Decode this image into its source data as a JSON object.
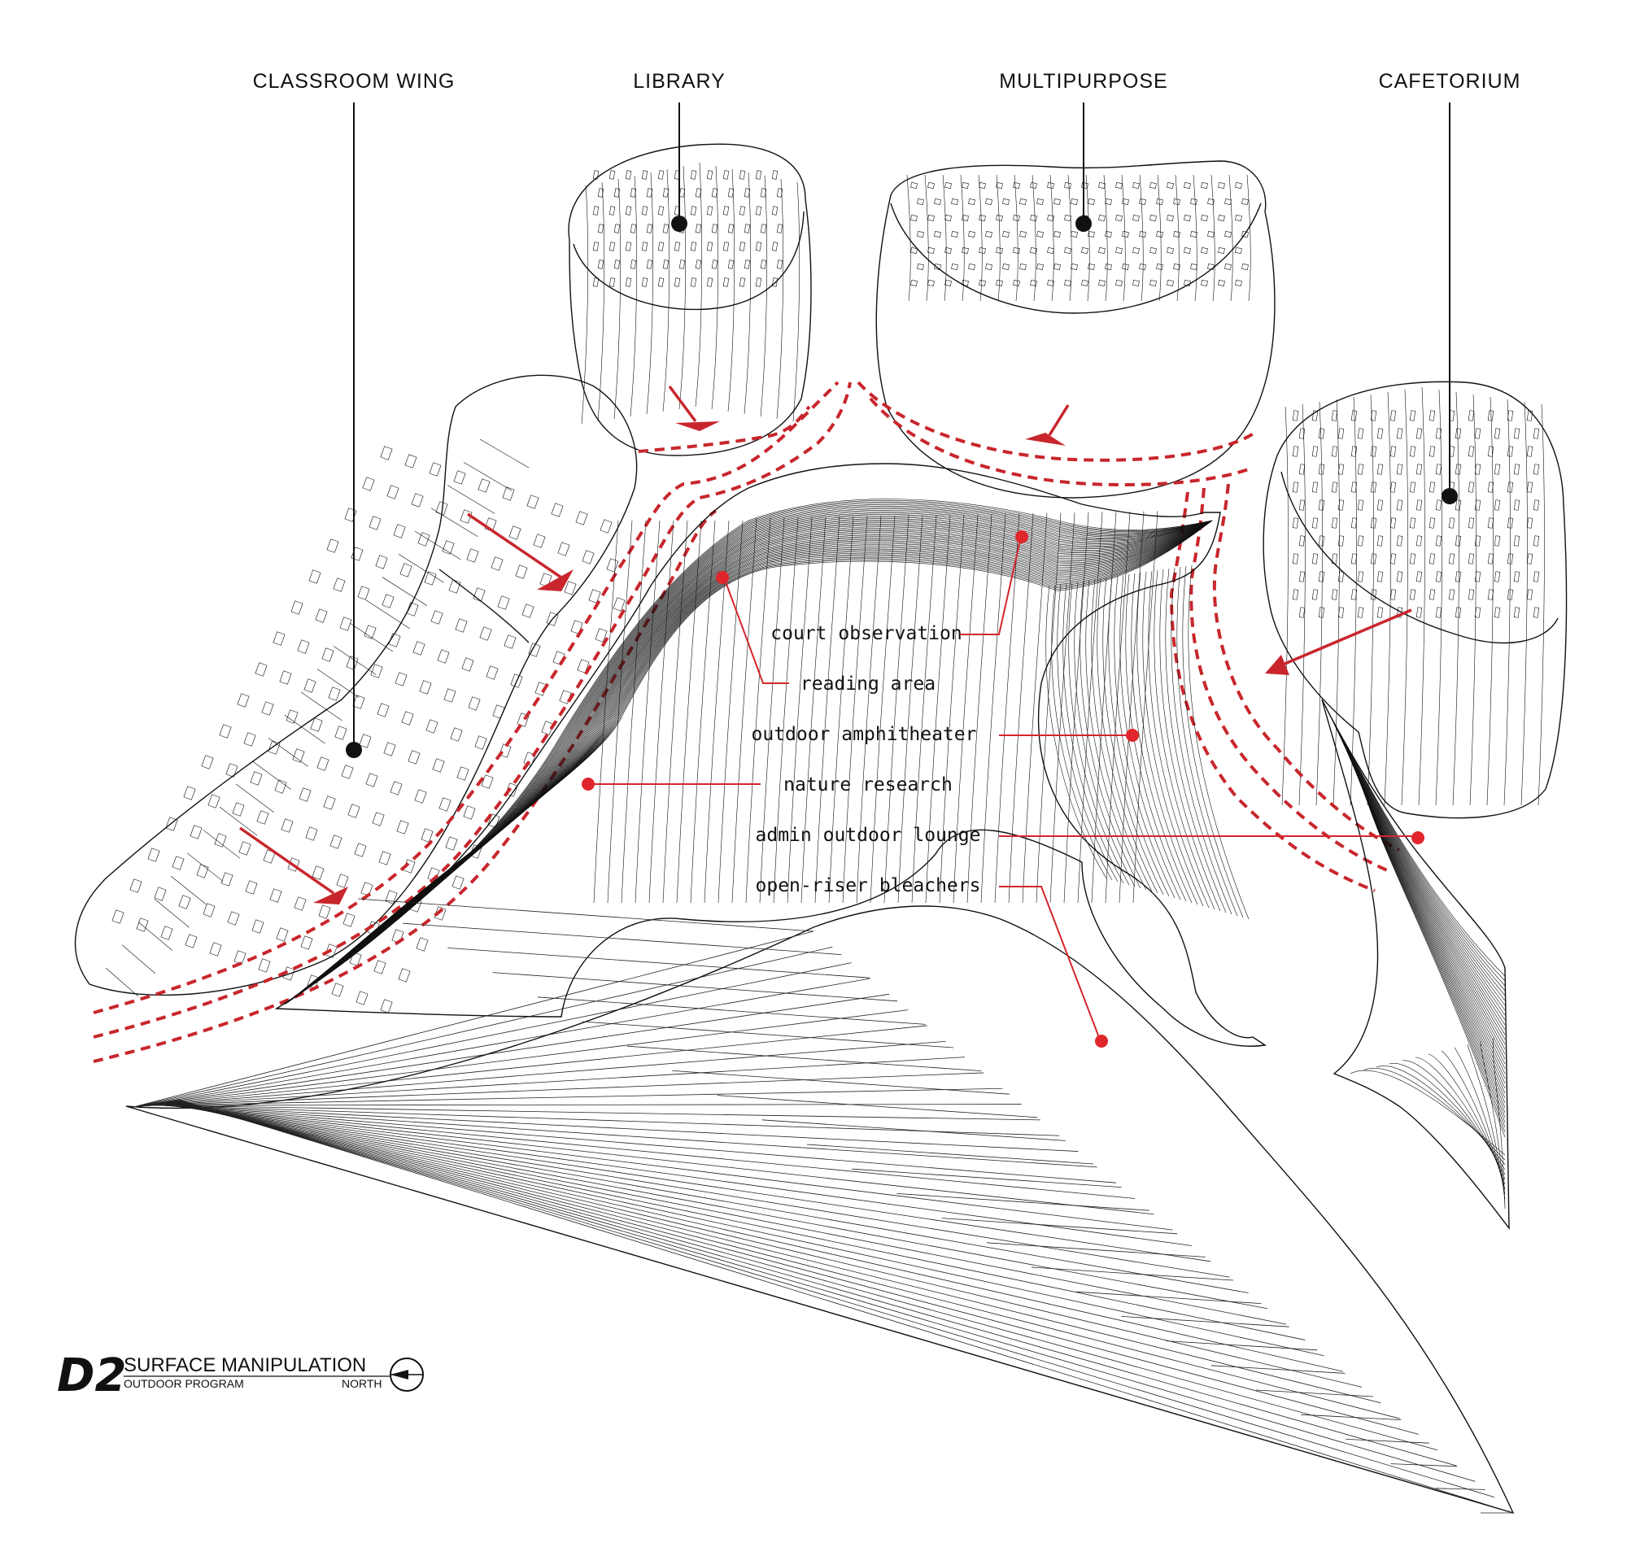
{
  "buildings": [
    {
      "id": "classroom-wing",
      "label": "CLASSROOM WING"
    },
    {
      "id": "library",
      "label": "LIBRARY"
    },
    {
      "id": "multipurpose",
      "label": "MULTIPURPOSE"
    },
    {
      "id": "cafetorium",
      "label": "CAFETORIUM"
    }
  ],
  "program": [
    {
      "id": "court-observation",
      "label": "court observation"
    },
    {
      "id": "reading-area",
      "label": "reading area"
    },
    {
      "id": "outdoor-amphitheater",
      "label": "outdoor amphitheater"
    },
    {
      "id": "nature-research",
      "label": "nature research"
    },
    {
      "id": "admin-outdoor-lounge",
      "label": "admin outdoor lounge"
    },
    {
      "id": "open-riser-bleachers",
      "label": "open-riser bleachers"
    }
  ],
  "title_block": {
    "code": "D2",
    "title": "SURFACE MANIPULATION",
    "subtitle": "OUTDOOR PROGRAM",
    "north_label": "NORTH"
  },
  "colors": {
    "accent": "#c8262c",
    "ink": "#111111"
  }
}
